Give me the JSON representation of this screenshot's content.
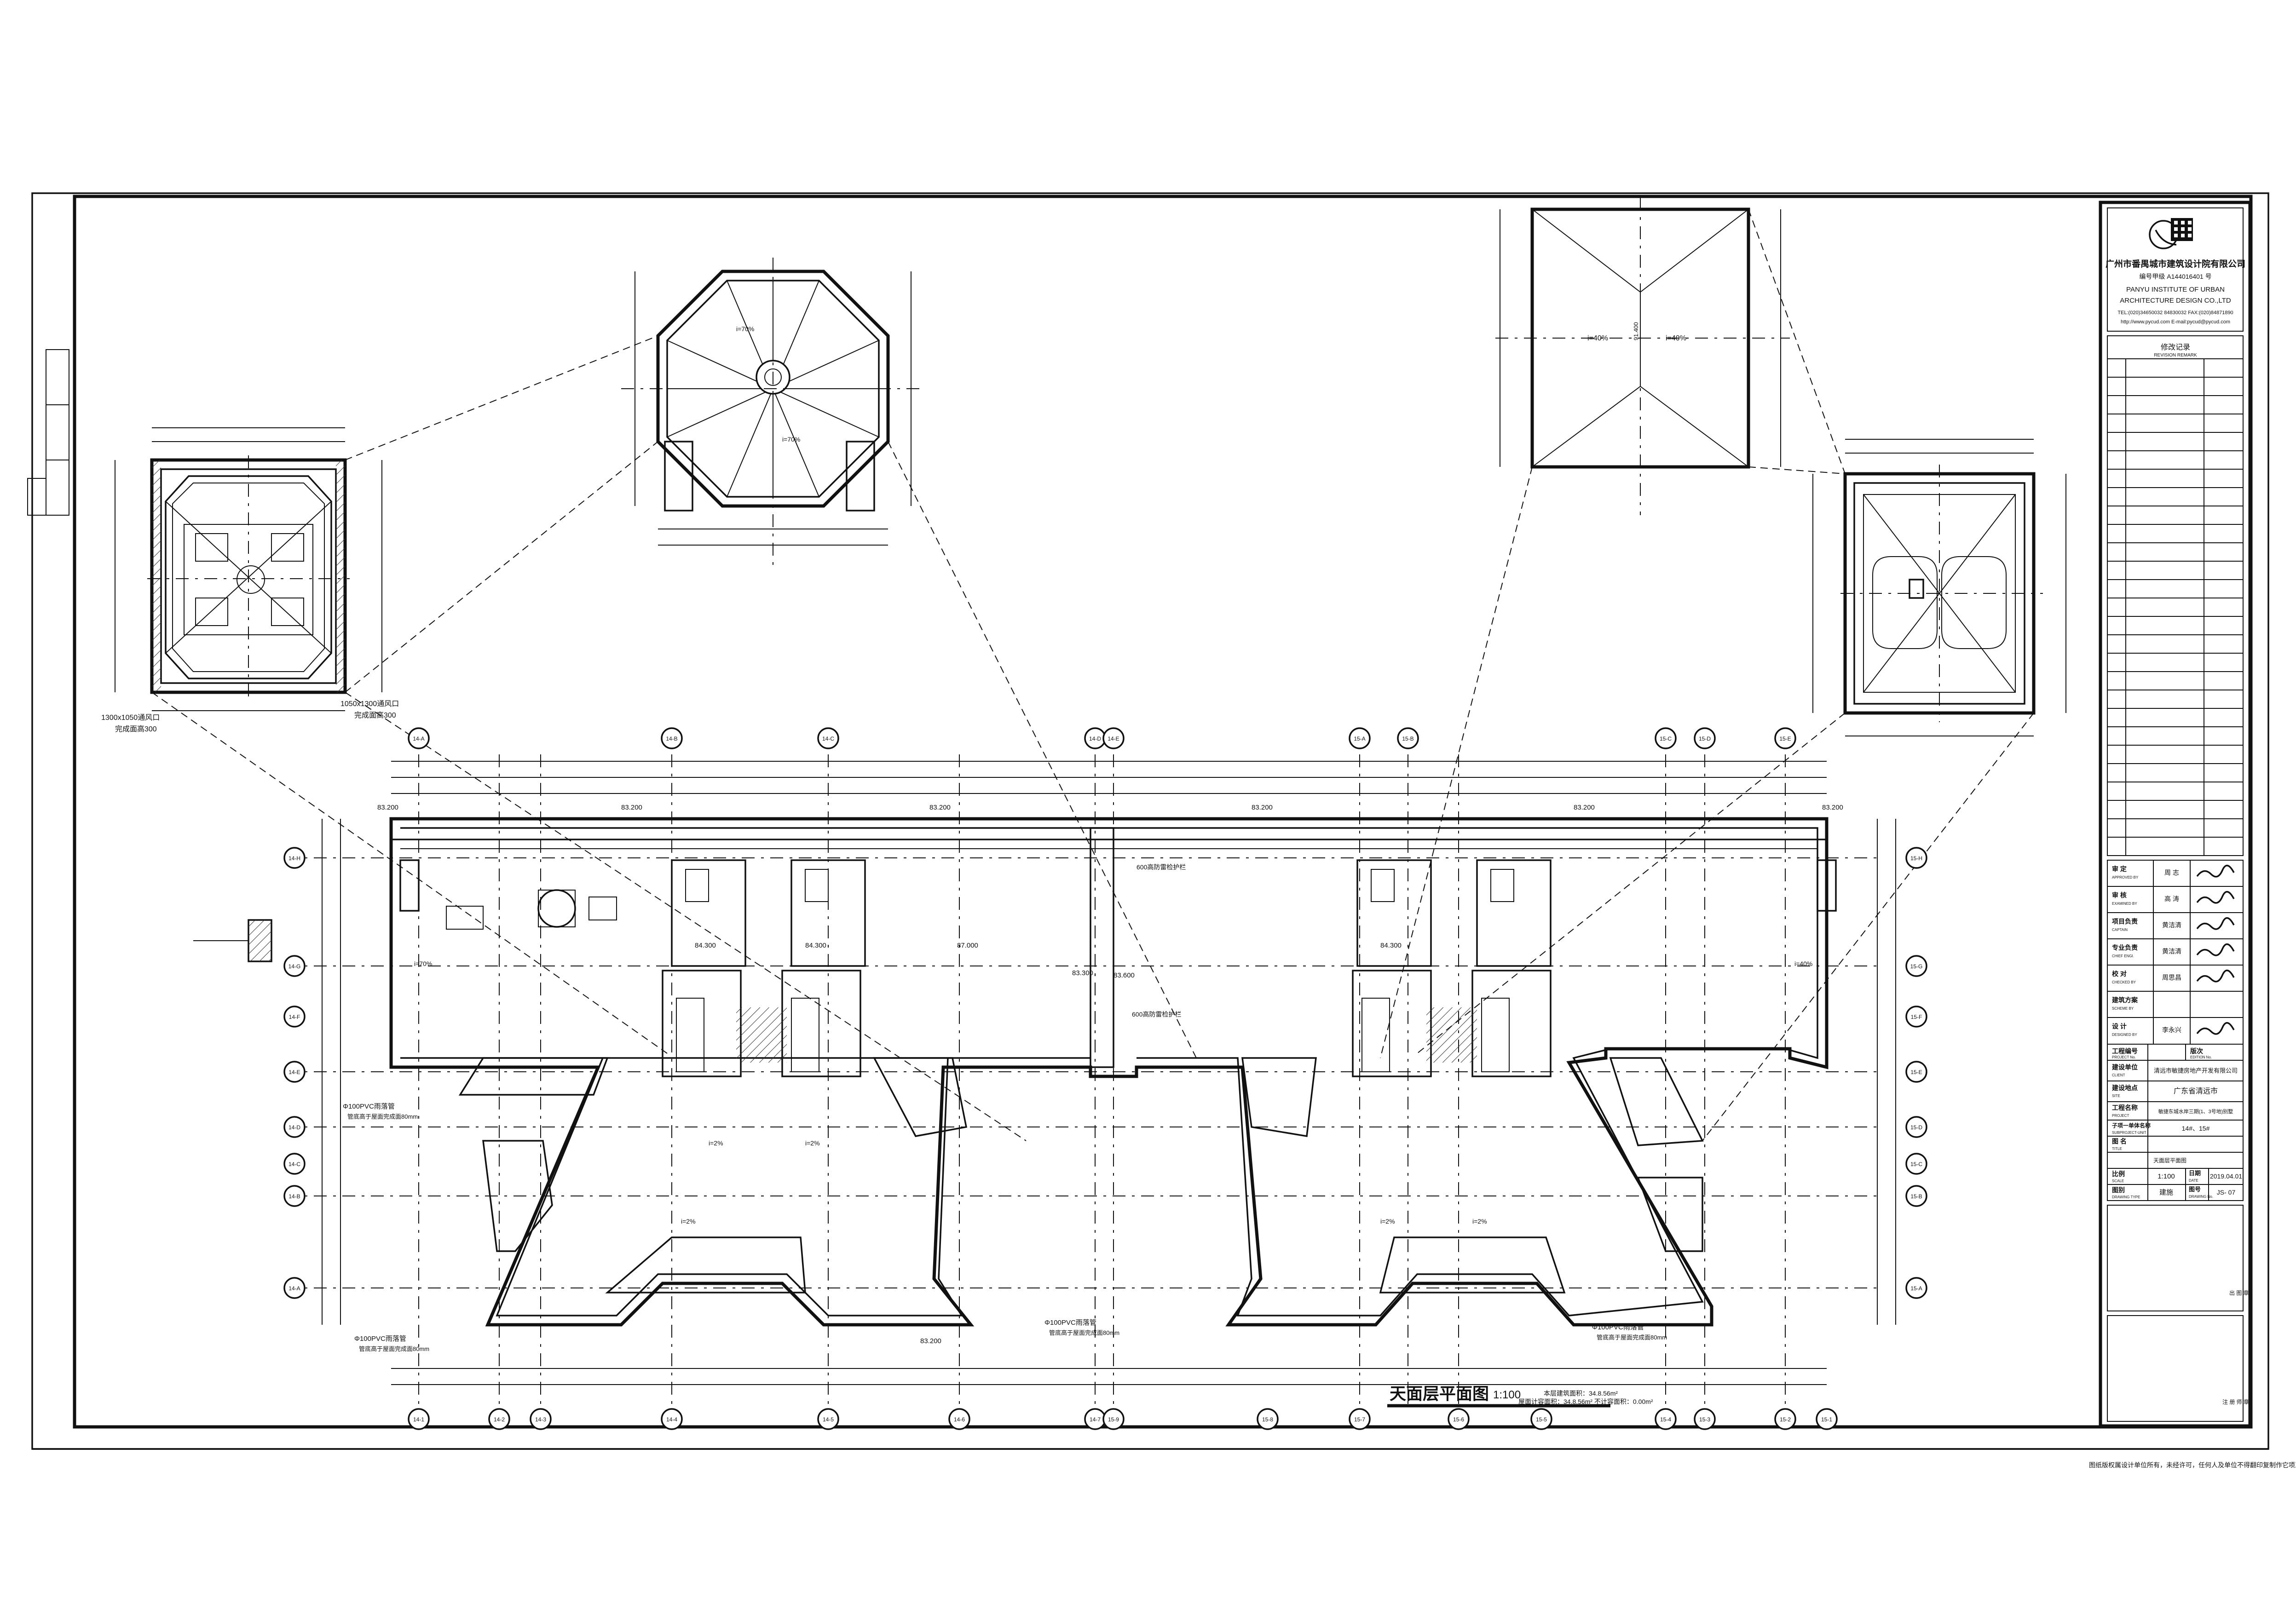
{
  "firm": {
    "name_cn": "广州市番禺城市建筑设计院有限公司",
    "license": "编号甲级   A144016401 号",
    "name_en_1": "PANYU INSTITUTE OF URBAN",
    "name_en_2": "ARCHITECTURE DESIGN CO.,LTD",
    "tel": "TEL:(020)34650032 84830032  FAX:(020)84871890",
    "web": "http://www.pycud.com   E-mail:pycud@pycud.com"
  },
  "revision": {
    "title": "修改记录",
    "subtitle": "REVISION REMARK"
  },
  "signoff": [
    {
      "role": "审 定",
      "role_en": "APPROVED BY",
      "name": "周 志"
    },
    {
      "role": "审 核",
      "role_en": "EXAMINED BY",
      "name": "高 涛"
    },
    {
      "role": "项目负责",
      "role_en": "CAPTAIN",
      "name": "黄洁清"
    },
    {
      "role": "专业负责",
      "role_en": "CHIEF ENGI.",
      "name": "黄洁清"
    },
    {
      "role": "校 对",
      "role_en": "CHECKED BY",
      "name": "周思昌"
    },
    {
      "role": "建筑方案",
      "role_en": "SCHEME BY",
      "name": ""
    },
    {
      "role": "设 计",
      "role_en": "DESIGNED BY",
      "name": "李永兴"
    }
  ],
  "project_info": {
    "proj_no_label": "工程编号",
    "proj_no_en": "PROJECT No.",
    "edition_label": "版次",
    "edition_en": "EDITION No.",
    "client_label": "建设单位",
    "client_en": "CLIENT",
    "client": "清远市敏捷房地产开发有限公司",
    "site_label": "建设地点",
    "site_en": "SITE",
    "site": "广东省清远市",
    "project_label": "工程名称",
    "project_en": "PROJECT",
    "project": "敏捷东城水岸三期(1、3号地)别墅",
    "subproject_label": "子项一单体名称",
    "subproject_en": "SUBPROJECT-UNIT",
    "subproject": "14#、15#",
    "drawing_label": "图 名",
    "drawing_en": "TITLE",
    "drawing": "天面层平面图",
    "scale_label": "比例",
    "scale_en": "SCALE",
    "scale": "1:100",
    "date_label": "日期",
    "date_en": "DATE",
    "date": "2019.04.01",
    "type_label": "图别",
    "type_en": "DRAWING TYPE",
    "type": "建施",
    "number_label": "图号",
    "number_en": "DRAWING No.",
    "number": "JS- 07",
    "stamp1": "出 图 章",
    "stamp2": "注 册 师 章"
  },
  "main_title": "天面层平面图",
  "main_scale": "1:100",
  "area_note_1": "本层建筑面积：34.8.56m²",
  "area_note_2": "屋面计容面积：34.8.56m²  不计容面积：0.00m²",
  "footer_note": "图纸版权属设计单位所有，未经许可，任何人及单位不得翻印复制作它项工程之用。",
  "axes_top": [
    "14-A",
    "14-B",
    "14-C",
    "14-D",
    "14-E",
    "15-A",
    "15-B",
    "15-C",
    "15-D",
    "15-E"
  ],
  "axes_bottom": [
    "14-1",
    "14-2",
    "14-3",
    "14-4",
    "14-5",
    "14-6",
    "14-7",
    "15-9",
    "15-8",
    "15-7",
    "15-6",
    "15-5",
    "15-4",
    "15-3",
    "15-2",
    "15-1"
  ],
  "axes_left": [
    "14-H",
    "14-G",
    "14-F",
    "14-E",
    "14-D",
    "14-C",
    "14-B",
    "14-A"
  ],
  "axes_right": [
    "15-H",
    "15-G",
    "15-F",
    "15-E",
    "15-D",
    "15-C",
    "15-B",
    "15-A"
  ],
  "elevations": [
    "83.200",
    "83.200",
    "83.200",
    "83.200",
    "83.200",
    "83.200",
    "83.200",
    "84.300",
    "84.300",
    "84.300",
    "83.300",
    "83.600",
    "87.000"
  ],
  "slope_labels": [
    "i=2%",
    "i=2%",
    "i=2%",
    "i=2%",
    "i=2%",
    "i=70%",
    "i=70%",
    "i=70%",
    "i=40%",
    "i=40%"
  ],
  "notes": {
    "pvc": "Φ100PVC雨落管",
    "pvc2": "管底高于屋面完成面80mm",
    "parapet": "600高防雷检护栏",
    "window_note1": "1300x1050通风口",
    "window_note2": "完成面高300",
    "window_note3": "1050x1300通风口",
    "window_note4": "完成面高300",
    "roof_top": "i=40%",
    "roof_level": "91.400"
  }
}
